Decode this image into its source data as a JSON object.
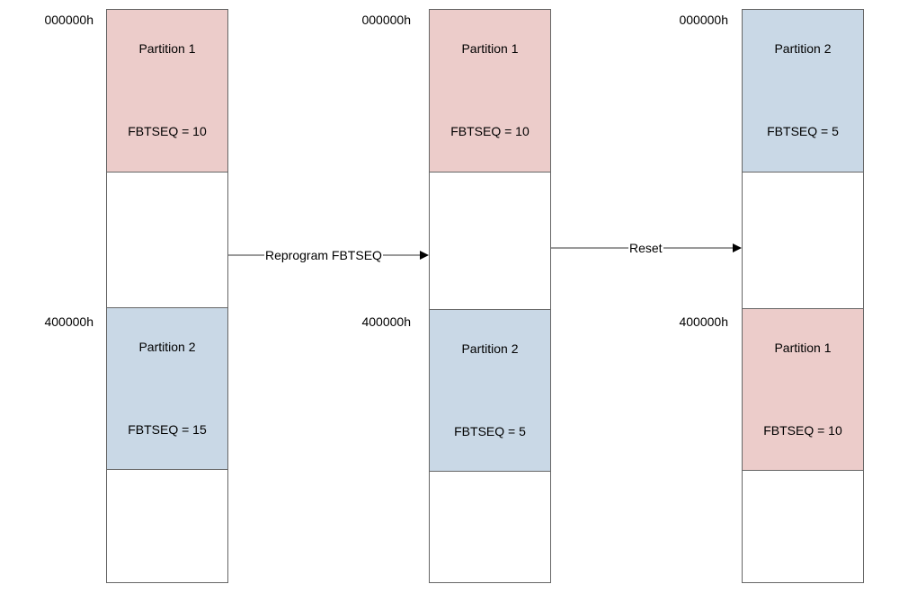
{
  "colors": {
    "partition1": "#ecccca",
    "partition2": "#c9d8e6",
    "border": "#666666"
  },
  "stages": [
    {
      "addr_top": "000000h",
      "addr_mid": "400000h",
      "top_block": {
        "name": "Partition 1",
        "seq": "FBTSEQ = 10",
        "partition": 1
      },
      "bottom_block": {
        "name": "Partition 2",
        "seq": "FBTSEQ = 15",
        "partition": 2
      }
    },
    {
      "addr_top": "000000h",
      "addr_mid": "400000h",
      "top_block": {
        "name": "Partition 1",
        "seq": "FBTSEQ = 10",
        "partition": 1
      },
      "bottom_block": {
        "name": "Partition 2",
        "seq": "FBTSEQ = 5",
        "partition": 2
      }
    },
    {
      "addr_top": "000000h",
      "addr_mid": "400000h",
      "top_block": {
        "name": "Partition 2",
        "seq": "FBTSEQ = 5",
        "partition": 2
      },
      "bottom_block": {
        "name": "Partition 1",
        "seq": "FBTSEQ = 10",
        "partition": 1
      }
    }
  ],
  "transitions": [
    {
      "label": "Reprogram FBTSEQ"
    },
    {
      "label": "Reset"
    }
  ]
}
